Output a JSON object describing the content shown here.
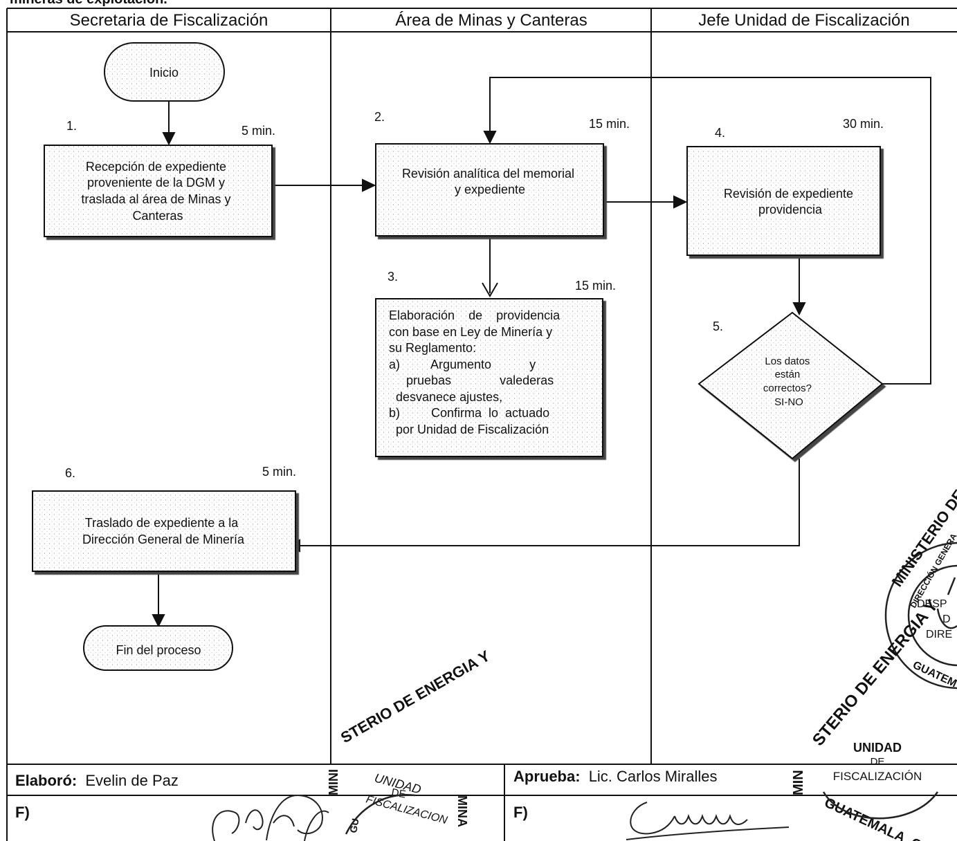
{
  "header": {
    "cut_title": "mineras de explotación."
  },
  "lanes": [
    {
      "title": "Secretaria de Fiscalización"
    },
    {
      "title": "Área de Minas y Canteras"
    },
    {
      "title": "Jefe Unidad de Fiscalización"
    }
  ],
  "terminals": {
    "start": "Inicio",
    "end": "Fin del proceso"
  },
  "steps": [
    {
      "number": "1.",
      "time": "5 min.",
      "lines": [
        "Recepción de expediente",
        "proveniente de la DGM y",
        "traslada al área de Minas y",
        "Canteras"
      ]
    },
    {
      "number": "2.",
      "time": "15 min.",
      "lines": [
        "Revisión analítica del memorial",
        "y expediente"
      ]
    },
    {
      "number": "3.",
      "time": "15 min.",
      "lines": [
        "Elaboración    de    providencia",
        "con base en Ley de Minería y",
        "su Reglamento:",
        "a)         Argumento           y",
        "     pruebas              valederas",
        "  desvanece ajustes,",
        "b)         Confirma  lo  actuado",
        "  por Unidad de Fiscalización"
      ]
    },
    {
      "number": "4.",
      "time": "30 min.",
      "lines": [
        "Revisión  de expediente",
        "providencia"
      ]
    },
    {
      "number": "6.",
      "time": "5 min.",
      "lines": [
        "Traslado de expediente a la",
        "Dirección General de Minería"
      ]
    }
  ],
  "decision": {
    "number": "5.",
    "lines": [
      "Los datos",
      "están",
      "correctos?",
      "SI-NO"
    ]
  },
  "footer": {
    "elaboro_label": "Elaboró:",
    "elaboro_name": "Evelin de Paz",
    "aprueba_label": "Aprueba:",
    "aprueba_name": "Lic. Carlos Miralles",
    "firma_left": "F)",
    "firma_right": "F)"
  },
  "stamps": {
    "stamp_top": [
      "MINISTERIO DE E",
      "DIRECCIÓN GENERA",
      "DESP",
      "D",
      "DIRE",
      "GUATEM"
    ],
    "stamp_mid": [
      "STERIO DE ENERGIA Y",
      "MIN",
      "UNIDAD",
      "DE",
      "FISCALIZACIÓN",
      "GUATEMALA, C. A."
    ],
    "stamp_low": [
      "STERIO DE ENERGIA Y",
      "MINI",
      "UNIDAD",
      "DE",
      "FISCALIZACION",
      "GU",
      "MINA"
    ]
  },
  "colors": {
    "line": "#111111",
    "stamp_ink": "#222222",
    "box_fill": "#ffffff"
  }
}
